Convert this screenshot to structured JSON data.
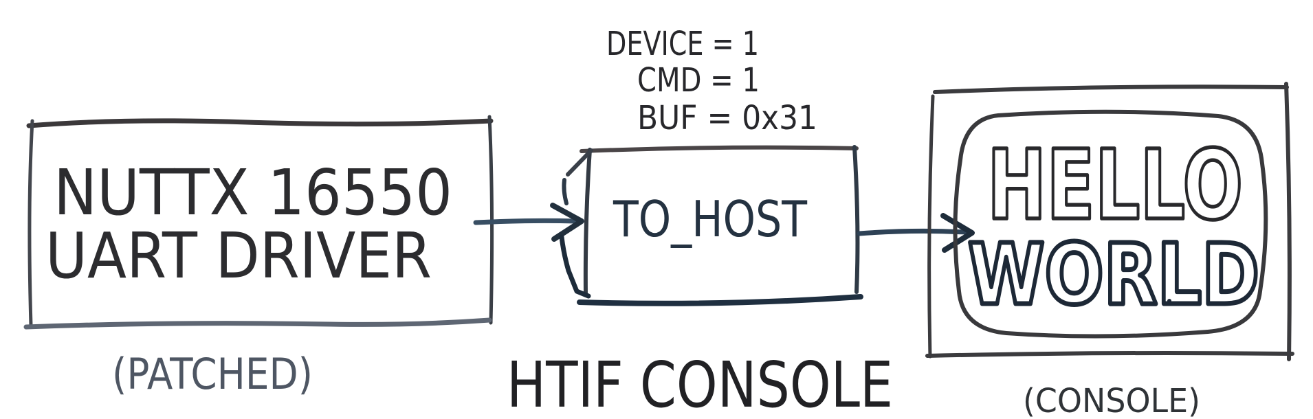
{
  "left_box": {
    "line1": "NUTTX 16550",
    "line2": "UART DRIVER",
    "caption": "(PATCHED)"
  },
  "middle_box": {
    "label": "TO_HOST",
    "caption": "HTIF CONSOLE",
    "annotations": [
      "DEVICE = 1",
      "CMD = 1",
      "BUF = 0x31"
    ]
  },
  "right_box": {
    "line1": "HELLO",
    "line2": "WORLD",
    "caption": "(CONSOLE)"
  },
  "colors": {
    "paper": "#ffffff",
    "ink_dark": "#2c2c2f",
    "ink_warm_gray": "#3b383a",
    "ink_steel_blue": "#2e4256",
    "ink_navy": "#1d2b3a",
    "ink_gray_blue": "#5e6673",
    "caption_gray": "#4e5663"
  }
}
